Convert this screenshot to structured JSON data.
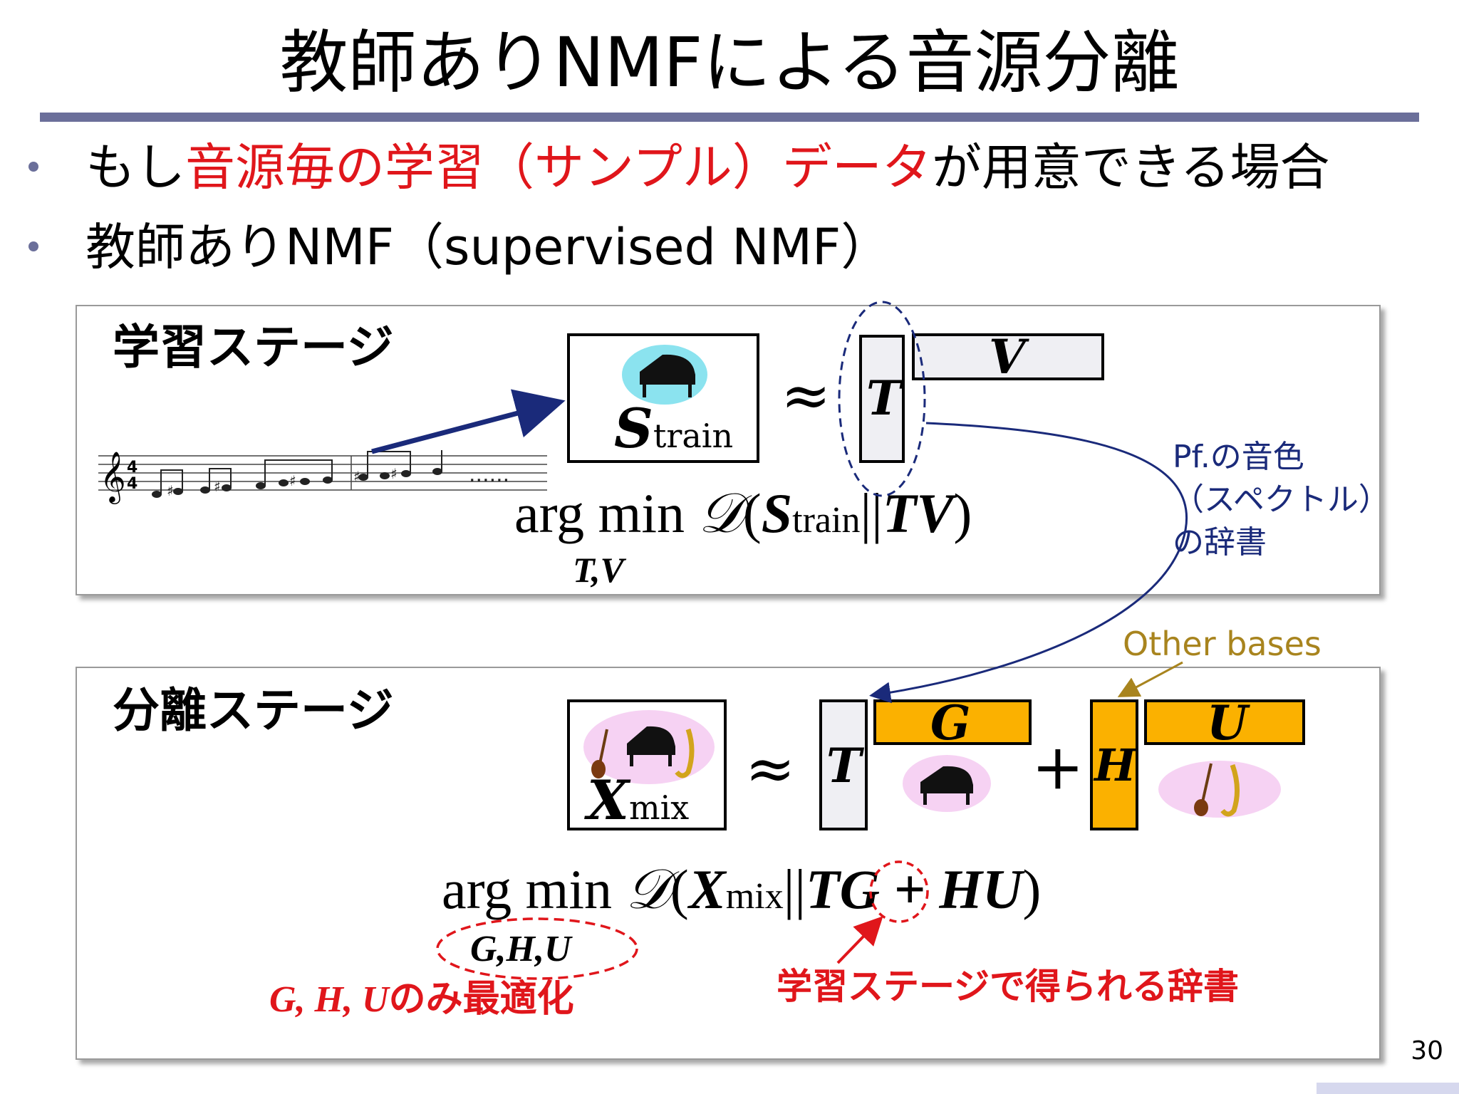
{
  "title": "教師ありNMFによる音源分離",
  "bullets": {
    "b1_pre": "もし",
    "b1_red": "音源毎の学習（サンプル）データ",
    "b1_post": "が用意できる場合",
    "b2": "教師ありNMF（supervised NMF）"
  },
  "train": {
    "label": "学習ステージ",
    "S": "S",
    "S_sub": "train",
    "approx": "≈",
    "T": "T",
    "V": "V",
    "formula": {
      "argmin": "arg min",
      "D": "𝒟",
      "open": "(",
      "S": "S",
      "S_sub": "train",
      "sep": "||",
      "TV": "TV",
      "close": ")",
      "under": "T,V"
    },
    "dict_note": [
      "Pf.の音色",
      "（スペクトル）",
      "の辞書"
    ],
    "dots": "......"
  },
  "sep": {
    "label": "分離ステージ",
    "X": "X",
    "X_sub": "mix",
    "approx": "≈",
    "T": "T",
    "G": "G",
    "plus": "+",
    "H": "H",
    "U": "U",
    "other_bases": "Other bases",
    "formula": {
      "argmin": "arg min",
      "D": "𝒟",
      "open": "(",
      "X": "X",
      "X_sub": "mix",
      "sep": "||",
      "T": "T",
      "rest": "G + HU",
      "close": ")",
      "under": "G,H,U"
    },
    "only_opt_vars": "G, H, U",
    "only_opt_text": "のみ最適化",
    "dict_from_train": "学習ステージで得られる辞書"
  },
  "page_number": "30",
  "colors": {
    "accent_bar": "#6b6f9a",
    "red": "#e0161b",
    "orange": "#fbb100",
    "navy": "#1a2a7a",
    "olive": "#a8841e"
  },
  "icons": [
    "piano-icon",
    "guitar-icon",
    "saxophone-icon",
    "music-staff-icon"
  ]
}
